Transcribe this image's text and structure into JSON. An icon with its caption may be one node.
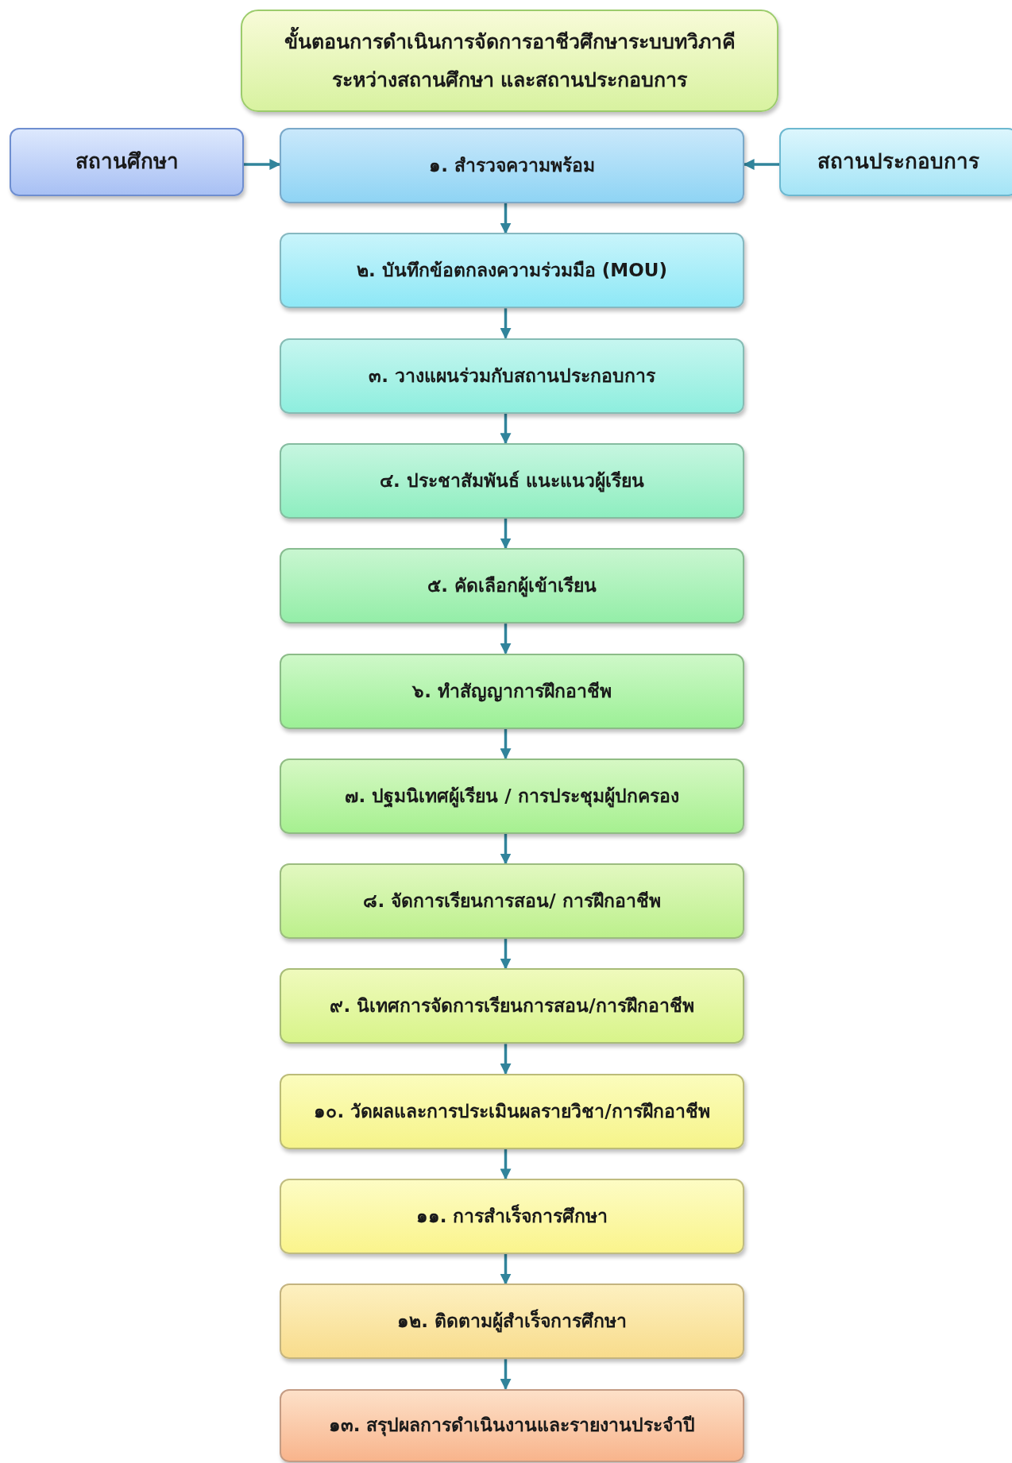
{
  "diagram": {
    "nodes": [
      {
        "text": [
          "ขั้นตอนการดำเนินการจัดการอาชีวศึกษาระบบทวิภาคี ระหว่างสถานศึกษา และสถานประกอบการ"
        ]
      },
      {
        "text": [
          "สถานศึกษา"
        ]
      },
      {
        "text": [
          "สถานประกอบการ"
        ]
      },
      {
        "text": [
          "๑. สำรวจความพร้อม"
        ]
      },
      {
        "text": [
          "๒. บันทึกข้อตกลงความร่วมมือ (MOU)"
        ]
      },
      {
        "text": [
          "๓. วางแผนร่วมกับสถานประกอบการ"
        ]
      },
      {
        "text": [
          "๔. ประชาสัมพันธ์ แนะแนวผู้เรียน"
        ]
      },
      {
        "text": [
          "๕. คัดเลือกผู้เข้าเรียน"
        ]
      },
      {
        "text": [
          "๖. ทำสัญญาการฝึกอาชีพ"
        ]
      },
      {
        "text": [
          "๗. ปฐมนิเทศผู้เรียน / การประชุมผู้ปกครอง"
        ]
      },
      {
        "text": [
          "๘. จัดการเรียนการสอน/ การฝึกอาชีพ"
        ]
      },
      {
        "text": [
          "๙. นิเทศการจัดการเรียนการสอน/การฝึกอาชีพ"
        ]
      },
      {
        "text": [
          "๑๐. วัดผลและการประเมินผลรายวิชา/การฝึกอาชีพ"
        ]
      },
      {
        "text": [
          "๑๑. การสำเร็จการศึกษา"
        ]
      },
      {
        "text": [
          "๑๒. ติดตามผู้สำเร็จการศึกษา"
        ]
      },
      {
        "text": [
          "๑๓. สรุปผลการดำเนินงานและรายงานประจำปี"
        ]
      }
    ],
    "edges": [
      {
        "from": 1,
        "to": 3,
        "arrow": "to"
      },
      {
        "from": 2,
        "to": 3,
        "arrow": "to"
      },
      {
        "from": 3,
        "to": 4,
        "arrow": "to"
      },
      {
        "from": 4,
        "to": 5,
        "arrow": "to"
      },
      {
        "from": 5,
        "to": 6,
        "arrow": "to"
      },
      {
        "from": 6,
        "to": 7,
        "arrow": "to"
      },
      {
        "from": 7,
        "to": 8,
        "arrow": "to"
      },
      {
        "from": 8,
        "to": 9,
        "arrow": "to"
      },
      {
        "from": 9,
        "to": 10,
        "arrow": "to"
      },
      {
        "from": 10,
        "to": 11,
        "arrow": "to"
      },
      {
        "from": 11,
        "to": 12,
        "arrow": "to"
      },
      {
        "from": 12,
        "to": 13,
        "arrow": "to"
      },
      {
        "from": 13,
        "to": 14,
        "arrow": "to"
      },
      {
        "from": 14,
        "to": 15,
        "arrow": "to"
      }
    ]
  }
}
